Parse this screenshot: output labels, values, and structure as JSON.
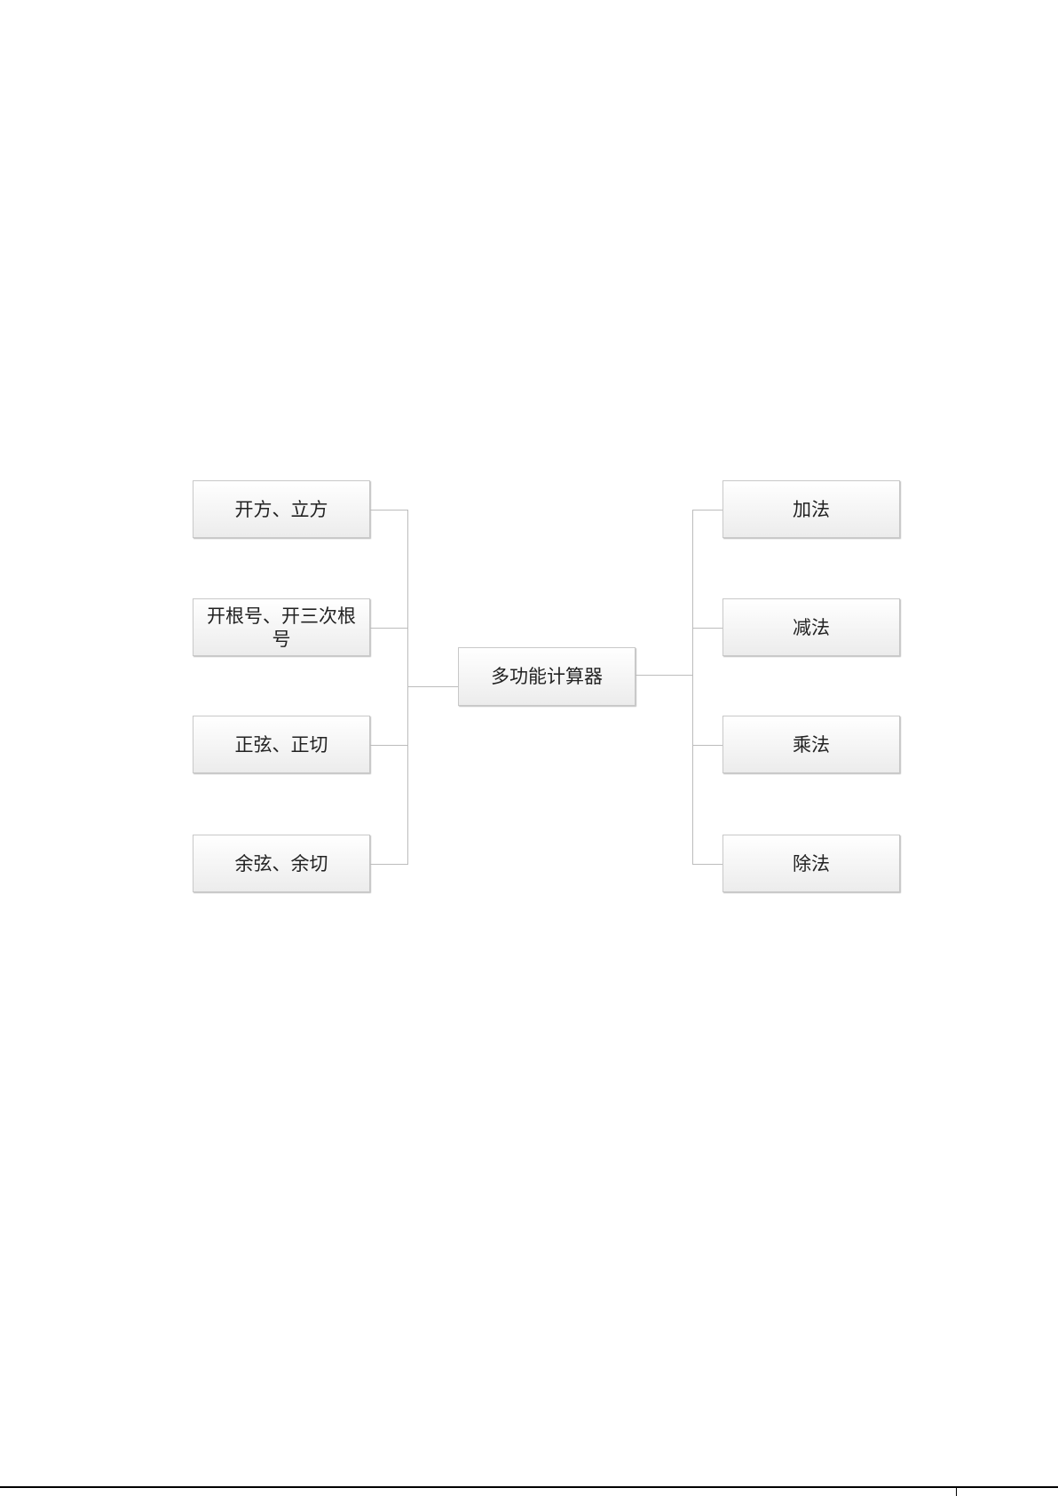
{
  "diagram": {
    "root": "多功能计算器",
    "left_branches": [
      "开方、立方",
      "开根号、开三次根号",
      "正弦、正切",
      "余弦、余切"
    ],
    "right_branches": [
      "加法",
      "减法",
      "乘法",
      "除法"
    ]
  }
}
